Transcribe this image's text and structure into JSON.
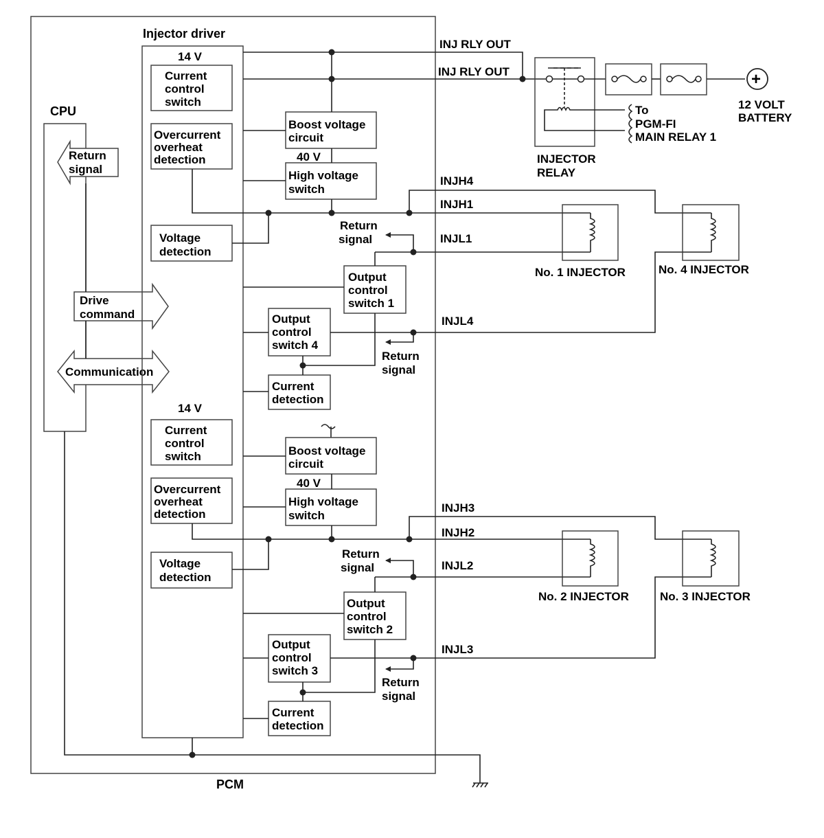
{
  "pcm": {
    "label": "PCM"
  },
  "cpu": {
    "label": "CPU",
    "return_signal": [
      "Return",
      "signal"
    ],
    "drive_command": [
      "Drive",
      "command"
    ],
    "communication": "Communication"
  },
  "injector_driver": {
    "label": "Injector driver"
  },
  "bank_a": {
    "v14": "14 V",
    "current_control": [
      "Current",
      "control",
      "switch"
    ],
    "overcurrent": [
      "Overcurrent",
      "overheat",
      "detection"
    ],
    "boost": [
      "Boost voltage",
      "circuit"
    ],
    "v40": "40 V",
    "high_voltage": [
      "High voltage",
      "switch"
    ],
    "voltage_detection": [
      "Voltage",
      "detection"
    ],
    "output_switch_1": [
      "Output",
      "control",
      "switch 1"
    ],
    "output_switch_4": [
      "Output",
      "control",
      "switch 4"
    ],
    "current_detection": [
      "Current",
      "detection"
    ],
    "return_signal_1": [
      "Return",
      "signal"
    ],
    "return_signal_4": [
      "Return",
      "signal"
    ]
  },
  "bank_b": {
    "v14": "14 V",
    "current_control": [
      "Current",
      "control",
      "switch"
    ],
    "overcurrent": [
      "Overcurrent",
      "overheat",
      "detection"
    ],
    "boost": [
      "Boost voltage",
      "circuit"
    ],
    "v40": "40 V",
    "high_voltage": [
      "High voltage",
      "switch"
    ],
    "voltage_detection": [
      "Voltage",
      "detection"
    ],
    "output_switch_2": [
      "Output",
      "control",
      "switch 2"
    ],
    "output_switch_3": [
      "Output",
      "control",
      "switch 3"
    ],
    "current_detection": [
      "Current",
      "detection"
    ],
    "return_signal_2": [
      "Return",
      "signal"
    ],
    "return_signal_3": [
      "Return",
      "signal"
    ]
  },
  "lines": {
    "inj_rly_out_1": "INJ RLY OUT",
    "inj_rly_out_2": "INJ RLY OUT",
    "injh4": "INJH4",
    "injh1": "INJH1",
    "injl1": "INJL1",
    "injl4": "INJL4",
    "injh3": "INJH3",
    "injh2": "INJH2",
    "injl2": "INJL2",
    "injl3": "INJL3"
  },
  "relay": {
    "label": [
      "INJECTOR",
      "RELAY"
    ],
    "to": "To",
    "pgm": "PGM-FI",
    "main": "MAIN RELAY 1"
  },
  "battery": {
    "label": [
      "12 VOLT",
      "BATTERY"
    ],
    "symbol": "+"
  },
  "injectors": {
    "no1": "No. 1 INJECTOR",
    "no4": "No. 4 INJECTOR",
    "no2": "No. 2 INJECTOR",
    "no3": "No. 3 INJECTOR"
  }
}
